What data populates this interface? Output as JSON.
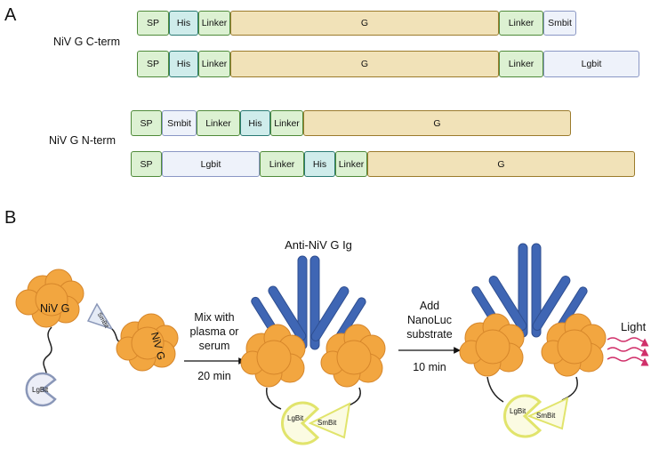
{
  "panel_a": {
    "label": "A",
    "groups": [
      {
        "name": "NiV G C-term",
        "rows": [
          [
            {
              "type": "sp",
              "text": "SP"
            },
            {
              "type": "his",
              "text": "His"
            },
            {
              "type": "linker",
              "text": "Linker"
            },
            {
              "type": "g",
              "text": "G"
            },
            {
              "type": "linker",
              "text": "Linker"
            },
            {
              "type": "smbit",
              "text": "Smbit"
            }
          ],
          [
            {
              "type": "sp",
              "text": "SP"
            },
            {
              "type": "his",
              "text": "His"
            },
            {
              "type": "linker",
              "text": "Linker"
            },
            {
              "type": "g",
              "text": "G"
            },
            {
              "type": "linker",
              "text": "Linker"
            },
            {
              "type": "lgbit",
              "text": "Lgbit"
            }
          ]
        ]
      },
      {
        "name": "NiV G N-term",
        "rows": [
          [
            {
              "type": "sp",
              "text": "SP"
            },
            {
              "type": "smbit",
              "text": "Smbit"
            },
            {
              "type": "linker",
              "text": "Linker"
            },
            {
              "type": "his",
              "text": "His"
            },
            {
              "type": "linker",
              "text": "Linker"
            },
            {
              "type": "g",
              "text": "G"
            }
          ],
          [
            {
              "type": "sp",
              "text": "SP"
            },
            {
              "type": "lgbit",
              "text": "Lgbit"
            },
            {
              "type": "linker",
              "text": "Linker"
            },
            {
              "type": "his",
              "text": "His"
            },
            {
              "type": "linker",
              "text": "Linker"
            },
            {
              "type": "g",
              "text": "G"
            }
          ]
        ]
      }
    ]
  },
  "panel_b": {
    "label": "B",
    "protein_1": "NiV G",
    "protein_2": "NiV G",
    "lgbit": "LgBit",
    "smbit": "SmBit",
    "antibody": "Anti-NiV G Ig",
    "step1": {
      "lines": [
        "Mix with",
        "plasma or",
        "serum"
      ],
      "time": "20 min"
    },
    "step2": {
      "lines": [
        "Add",
        "NanoLuc",
        "substrate"
      ],
      "time": "10 min"
    },
    "light": "Light"
  },
  "colors": {
    "antibody": "#3f66b4",
    "protein": "#f2a640",
    "luc": "#e1e46c",
    "light": "#d0306a"
  }
}
